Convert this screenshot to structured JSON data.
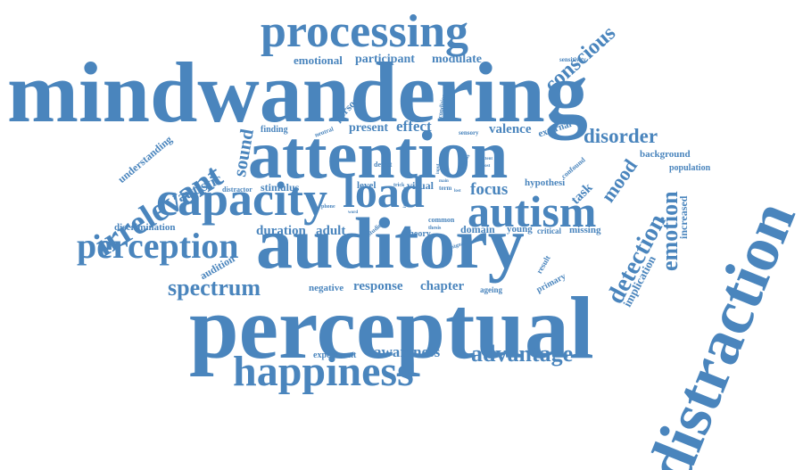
{
  "color": "#4a85bd",
  "words": [
    {
      "text": "mindwandering"
    },
    {
      "text": "perceptual"
    },
    {
      "text": "distraction"
    },
    {
      "text": "auditory"
    },
    {
      "text": "attention"
    },
    {
      "text": "processing"
    },
    {
      "text": "capacity"
    },
    {
      "text": "load"
    },
    {
      "text": "autism"
    },
    {
      "text": "happiness"
    },
    {
      "text": "irrelevant"
    },
    {
      "text": "perception"
    },
    {
      "text": "spectrum"
    },
    {
      "text": "detection"
    },
    {
      "text": "conscious"
    },
    {
      "text": "disorder"
    },
    {
      "text": "emotion"
    },
    {
      "text": "advantage"
    },
    {
      "text": "mood"
    },
    {
      "text": "focus"
    },
    {
      "text": "sound"
    },
    {
      "text": "autistic"
    },
    {
      "text": "effect"
    },
    {
      "text": "present"
    },
    {
      "text": "valence"
    },
    {
      "text": "awareness"
    },
    {
      "text": "duration"
    },
    {
      "text": "adult"
    },
    {
      "text": "emotional"
    },
    {
      "text": "participant"
    },
    {
      "text": "modulate"
    },
    {
      "text": "response"
    },
    {
      "text": "chapter"
    },
    {
      "text": "negative"
    },
    {
      "text": "understanding"
    },
    {
      "text": "stimulus"
    },
    {
      "text": "discrimination"
    },
    {
      "text": "implication"
    },
    {
      "text": "increased"
    },
    {
      "text": "task"
    },
    {
      "text": "audition"
    },
    {
      "text": "experiment"
    },
    {
      "text": "domain"
    },
    {
      "text": "young"
    },
    {
      "text": "visual"
    },
    {
      "text": "level"
    },
    {
      "text": "theory"
    },
    {
      "text": "critical"
    },
    {
      "text": "missing"
    },
    {
      "text": "hypothesi"
    },
    {
      "text": "person"
    },
    {
      "text": "external"
    },
    {
      "text": "background"
    },
    {
      "text": "population"
    },
    {
      "text": "primary"
    },
    {
      "text": "result"
    },
    {
      "text": "ageing"
    },
    {
      "text": "finding"
    },
    {
      "text": "detect"
    },
    {
      "text": "distractor"
    },
    {
      "text": "common"
    },
    {
      "text": "confound"
    },
    {
      "text": "sensory"
    },
    {
      "text": "sensitivity"
    },
    {
      "text": "condition"
    },
    {
      "text": "neutral"
    },
    {
      "text": "phone"
    },
    {
      "text": "studies"
    },
    {
      "text": "thesis"
    },
    {
      "text": "term"
    },
    {
      "text": "signal"
    },
    {
      "text": "trick"
    },
    {
      "text": "word"
    },
    {
      "text": "extent"
    },
    {
      "text": "main"
    },
    {
      "text": "analysis"
    },
    {
      "text": "input"
    },
    {
      "text": "lost"
    },
    {
      "text": "inattention"
    },
    {
      "text": "bias"
    },
    {
      "text": "cost"
    }
  ]
}
